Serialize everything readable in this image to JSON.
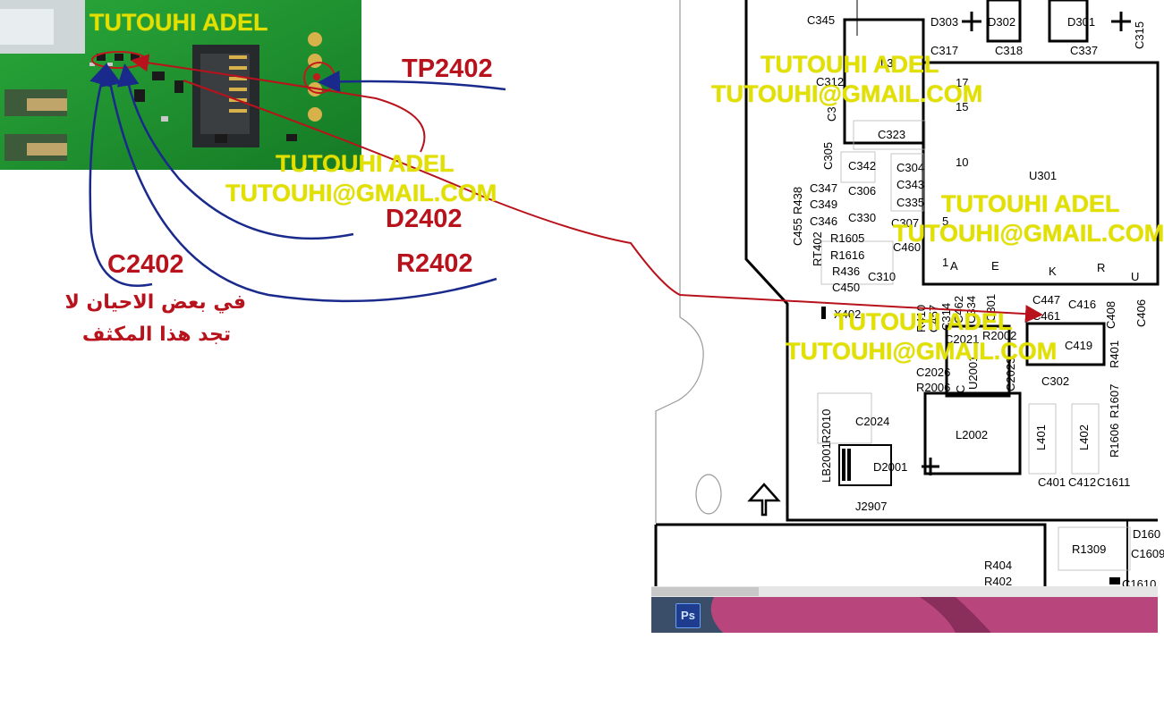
{
  "watermark": {
    "name": "TUTOUHI ADEL",
    "email": "TUTOUHI@GMAIL.COM"
  },
  "labels": {
    "tp": "TP2402",
    "d": "D2402",
    "r": "R2402",
    "c": "C2402"
  },
  "note": {
    "line1": "في بعض الاحيان لا",
    "line2": "تجد هذا المكثف"
  },
  "schematic": {
    "components": [
      "C345",
      "D303",
      "D302",
      "D301",
      "C317",
      "C318",
      "C337",
      "C315",
      "L3",
      "C312",
      "C3",
      "C323",
      "C305",
      "C342",
      "C304",
      "C343",
      "C335",
      "C347",
      "C306",
      "C349",
      "C346",
      "C330",
      "C307",
      "C460",
      "R438",
      "C455",
      "RT402",
      "R1605",
      "R1616",
      "R436",
      "C450",
      "C310",
      "U301",
      "X402",
      "C447",
      "C461",
      "C416",
      "C408",
      "C406",
      "C2021",
      "R2002",
      "C419",
      "R401",
      "C302",
      "C2026",
      "R2006",
      "C2023",
      "U2001",
      "R1607",
      "R1606",
      "C2024",
      "L2002",
      "R2010",
      "L401",
      "L402",
      "LB2001",
      "D2001",
      "C401",
      "C412",
      "C1611",
      "J2907",
      "R1309",
      "R404",
      "R402",
      "D160",
      "C1609",
      "C1610"
    ],
    "pins": [
      "17",
      "15",
      "10",
      "5",
      "1",
      "A",
      "E",
      "K",
      "R",
      "U"
    ]
  },
  "taskbar": {
    "ps_label": "Ps"
  },
  "colors": {
    "watermark": "#e1e000",
    "label_red": "#b8121c",
    "arrow_blue": "#1a2a8c",
    "arrow_red": "#b8121c",
    "pcb_green": "#1f8f2f"
  }
}
